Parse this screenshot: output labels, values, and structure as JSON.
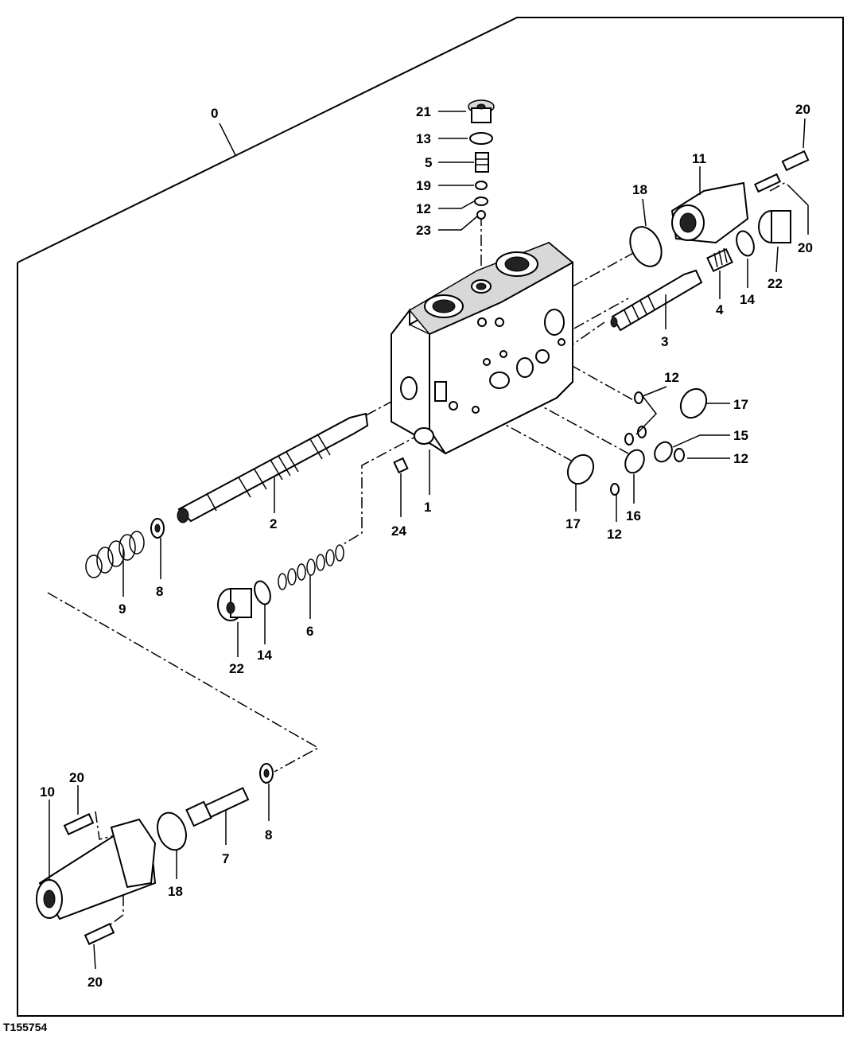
{
  "figure_id": "T155754",
  "callouts": {
    "c0": "0",
    "c1": "1",
    "c2": "2",
    "c3": "3",
    "c4": "4",
    "c5": "5",
    "c6": "6",
    "c7": "7",
    "c8a": "8",
    "c8b": "8",
    "c9": "9",
    "c10": "10",
    "c11": "11",
    "c12a": "12",
    "c12b": "12",
    "c12c": "12",
    "c12d": "12",
    "c13": "13",
    "c14a": "14",
    "c14b": "14",
    "c15": "15",
    "c16": "16",
    "c17a": "17",
    "c17b": "17",
    "c18a": "18",
    "c18b": "18",
    "c19": "19",
    "c20a": "20",
    "c20b": "20",
    "c20c": "20",
    "c20d": "20",
    "c21": "21",
    "c22a": "22",
    "c22b": "22",
    "c23": "23",
    "c24": "24"
  }
}
